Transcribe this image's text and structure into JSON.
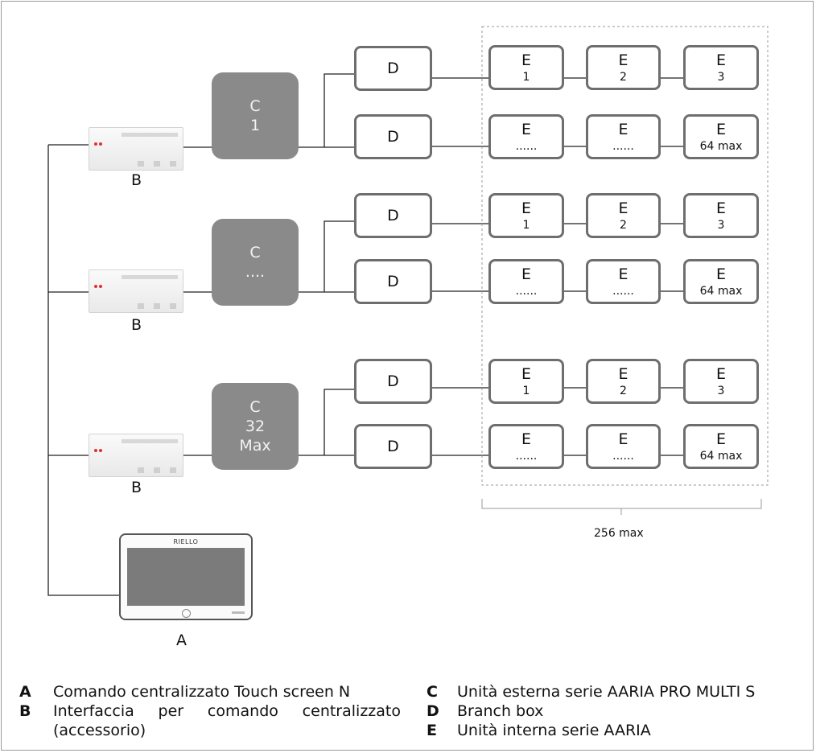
{
  "diagram": {
    "outdoor_units": [
      {
        "line1": "C",
        "line2": "1",
        "line3": ""
      },
      {
        "line1": "C",
        "line2": "....",
        "line3": ""
      },
      {
        "line1": "C",
        "line2": "32",
        "line3": "Max"
      }
    ],
    "interface_label": "B",
    "branch_label": "D",
    "indoor_label": "E",
    "indoor_sub": {
      "first": "1",
      "second": "2",
      "third": "3",
      "more": "......",
      "last": "64 max"
    },
    "range_label": "256 max",
    "touch_screen": {
      "brand": "RIELLO",
      "label": "A"
    }
  },
  "legend": [
    {
      "key": "A",
      "text": "Comando centralizzato Touch screen N"
    },
    {
      "key": "B",
      "text": "Interfaccia per comando centralizzato (accessorio)"
    },
    {
      "key": "C",
      "text": "Unità esterna serie AARIA PRO MULTI S"
    },
    {
      "key": "D",
      "text": "Branch box"
    },
    {
      "key": "E",
      "text": "Unità interna serie AARIA"
    }
  ],
  "colors": {
    "box_border": "#6e6e6e",
    "outdoor_fill": "#8a8a8a",
    "line": "#222222",
    "dashed": "#9a9a9a"
  }
}
